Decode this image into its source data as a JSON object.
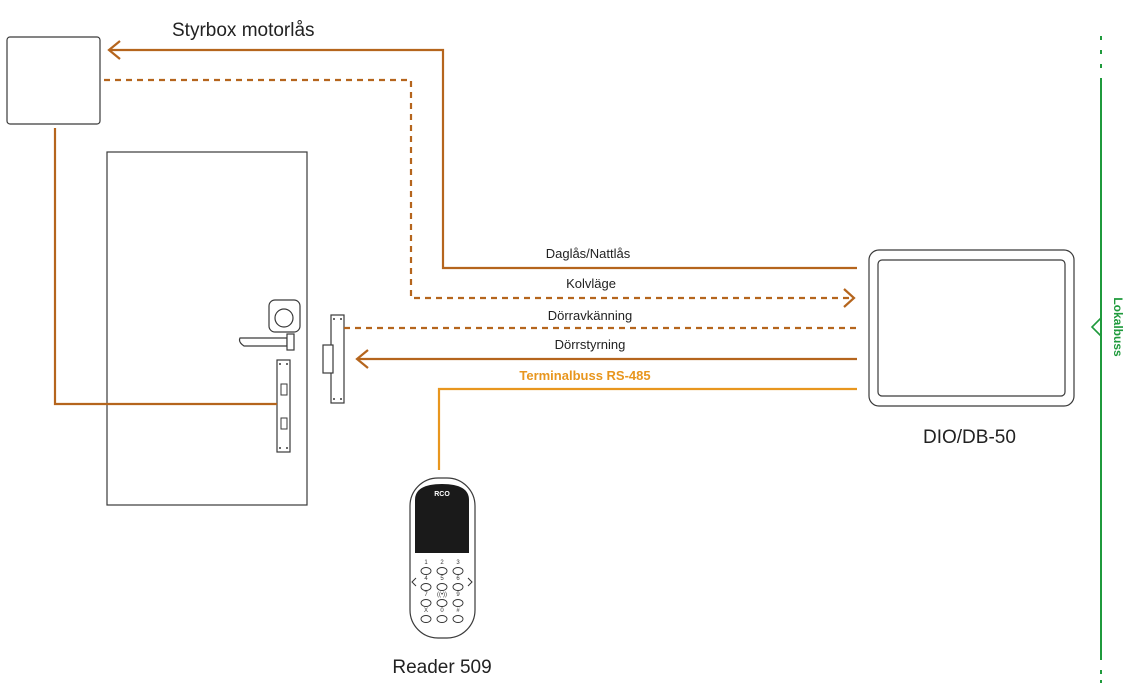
{
  "labels": {
    "styrbox": "Styrbox motorlås",
    "dio": "DIO/DB-50",
    "reader": "Reader 509",
    "reader_brand": "RCO",
    "lokalbuss": "Lokalbuss"
  },
  "connections": [
    {
      "label": "Daglås/Nattlås",
      "style": "solid"
    },
    {
      "label": "Kolvläge",
      "style": "dashed"
    },
    {
      "label": "Dörravkänning",
      "style": "dashed"
    },
    {
      "label": "Dörrstyrning",
      "style": "solid"
    },
    {
      "label": "Terminalbuss RS-485",
      "style": "solid"
    }
  ],
  "keypad": [
    "1",
    "2",
    "3",
    "4",
    "5",
    "6",
    "7",
    "((•))",
    "9",
    "X",
    "0",
    "#"
  ],
  "colors": {
    "wire_brown": "#b5651d",
    "wire_orange": "#e8961e",
    "bus_green": "#1f9a3c",
    "outline": "#3a3a3a"
  }
}
